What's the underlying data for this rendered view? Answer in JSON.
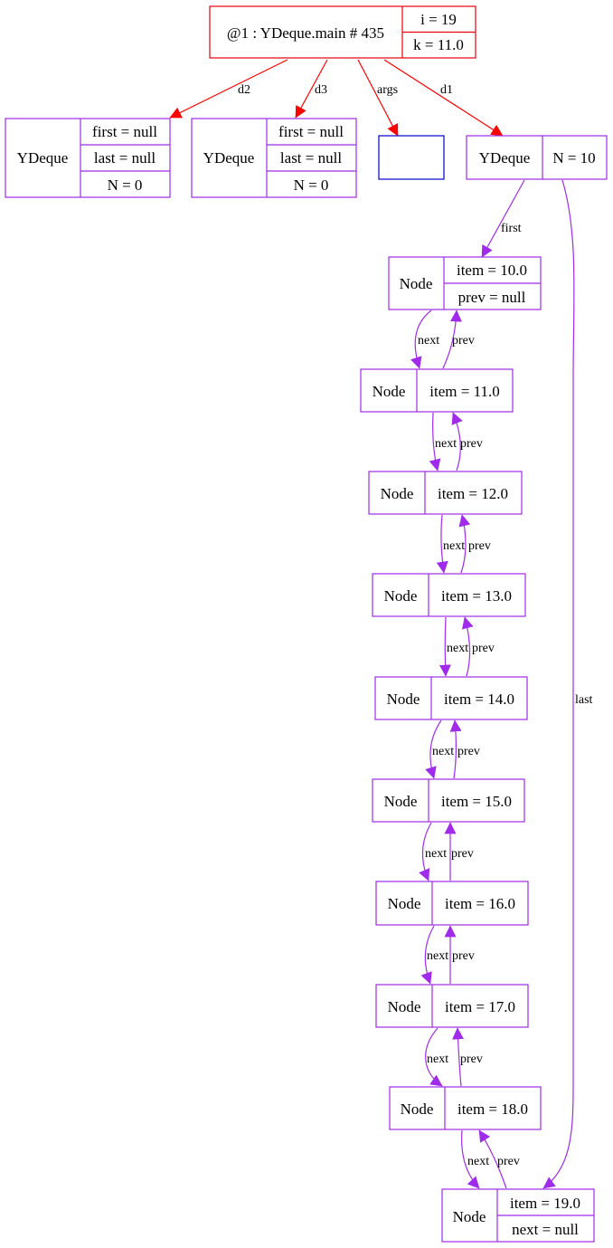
{
  "colors": {
    "frame": "#e8000c",
    "object": "#a02bea",
    "array": "#0000c8",
    "edge_frame": "#ff0000",
    "edge_object": "#a02bea"
  },
  "frame": {
    "title": "@1 : YDeque.main # 435",
    "locals": [
      "i = 19",
      "k = 11.0"
    ]
  },
  "deque_d2": {
    "type": "YDeque",
    "fields": [
      "first = null",
      "last = null",
      "N = 0"
    ]
  },
  "deque_d3": {
    "type": "YDeque",
    "fields": [
      "first = null",
      "last = null",
      "N = 0"
    ]
  },
  "args_array": {},
  "deque_d1": {
    "type": "YDeque",
    "fields": [
      "N = 10"
    ]
  },
  "nodes": [
    {
      "type": "Node",
      "fields": [
        "item = 10.0",
        "prev = null"
      ]
    },
    {
      "type": "Node",
      "fields": [
        "item = 11.0"
      ]
    },
    {
      "type": "Node",
      "fields": [
        "item = 12.0"
      ]
    },
    {
      "type": "Node",
      "fields": [
        "item = 13.0"
      ]
    },
    {
      "type": "Node",
      "fields": [
        "item = 14.0"
      ]
    },
    {
      "type": "Node",
      "fields": [
        "item = 15.0"
      ]
    },
    {
      "type": "Node",
      "fields": [
        "item = 16.0"
      ]
    },
    {
      "type": "Node",
      "fields": [
        "item = 17.0"
      ]
    },
    {
      "type": "Node",
      "fields": [
        "item = 18.0"
      ]
    },
    {
      "type": "Node",
      "fields": [
        "item = 19.0",
        "next = null"
      ]
    }
  ],
  "edges": {
    "d2": "d2",
    "d3": "d3",
    "args": "args",
    "d1": "d1",
    "first": "first",
    "last": "last",
    "next": "next",
    "prev": "prev"
  }
}
